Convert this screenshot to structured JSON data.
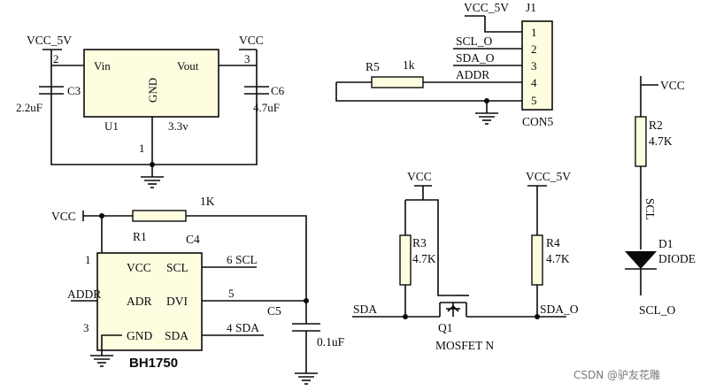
{
  "regulator": {
    "in_net": "VCC_5V",
    "out_net": "VCC",
    "pin_in": "2",
    "pin_out": "3",
    "pin_gnd": "1",
    "vin_label": "Vin",
    "vout_label": "Vout",
    "gnd_label": "GND",
    "ref": "U1",
    "value": "3.3v",
    "c_in_ref": "C3",
    "c_in_value": "2.2uF",
    "c_out_ref": "C6",
    "c_out_value": "4.7uF"
  },
  "connector": {
    "vcc_net": "VCC_5V",
    "ref": "J1",
    "name": "CON5",
    "pins": [
      "1",
      "2",
      "3",
      "4",
      "5"
    ],
    "nets": [
      "SCL_O",
      "SDA_O",
      "ADDR"
    ],
    "r_ref": "R5",
    "r_value": "1k"
  },
  "sensor": {
    "vcc_net": "VCC",
    "r_ref": "R1",
    "r_value": "1K",
    "ref": "C4",
    "part": "BH1750",
    "pin_vcc": "1",
    "pin_gnd": "3",
    "pin_scl": "6",
    "pin_dvi": "5",
    "pin_sda": "4",
    "net_scl": "SCL",
    "net_sda": "SDA",
    "net_addr": "ADDR",
    "vcc_pin_label": "VCC",
    "scl_pin_label": "SCL",
    "adr_pin_label": "ADR",
    "dvi_pin_label": "DVI",
    "gnd_pin_label": "GND",
    "sda_pin_label": "SDA",
    "c_ref": "C5",
    "c_value": "0.1uF"
  },
  "level_shifter": {
    "vcc_net": "VCC",
    "vcc5_net": "VCC_5V",
    "r3_ref": "R3",
    "r3_value": "4.7K",
    "r4_ref": "R4",
    "r4_value": "4.7K",
    "net_left": "SDA",
    "net_right": "SDA_O",
    "q_ref": "Q1",
    "q_type": "MOSFET N"
  },
  "diode_stage": {
    "vcc_net": "VCC",
    "r_ref": "R2",
    "r_value": "4.7K",
    "net_mid": "SCL",
    "d_ref": "D1",
    "d_type": "DIODE",
    "net_out": "SCL_O"
  },
  "watermark": "CSDN @驴友花雕"
}
